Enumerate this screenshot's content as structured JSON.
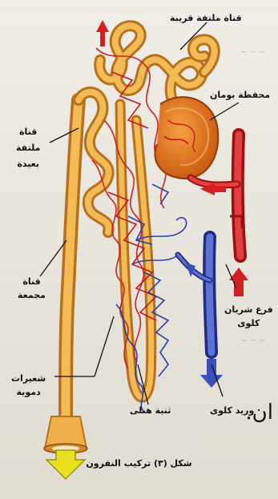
{
  "labels": {
    "proximal_tubule": "قناة ملتفة قريبة",
    "bowman_capsule": "محفظة بومان",
    "distal_tubule": [
      "قناة",
      "ملتفة",
      "بعيدة"
    ],
    "collecting_duct": [
      "قناة",
      "مجمعة"
    ],
    "renal_artery_branch": [
      "فرع شريان",
      "كلوى"
    ],
    "loop_of_henle": "ثنية هنلى",
    "renal_vein": "وريد كلوى",
    "blood_capillaries": [
      "شعيرات",
      "دموية"
    ]
  },
  "text_fragment": "ان.",
  "caption": "شكل (٣) تركيب النفرون",
  "colors": {
    "tubule": "#f0b14a",
    "tubule_shade": "#c27a1e",
    "artery": "#d42020",
    "vein": "#3a4fb8",
    "capsule": "#e06a12",
    "yellow_arrow": "#e8e020"
  }
}
